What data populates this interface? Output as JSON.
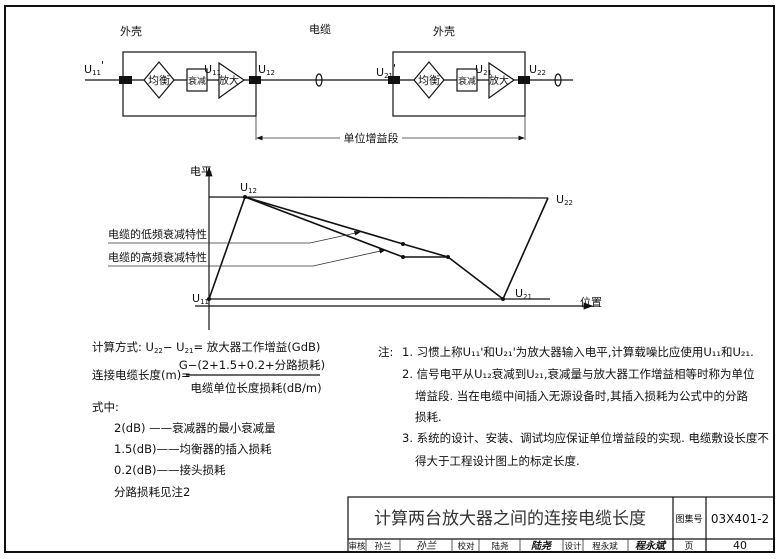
{
  "block_diagram": {
    "housing_label_1": "外壳",
    "housing_label_2": "外壳",
    "cable_label": "电缆",
    "equalizer_label": "均衡",
    "attenuator_label": "衰减",
    "amplifier_label": "放大",
    "unit_gain_segment_label": "单位增益段",
    "points": {
      "u11p": {
        "main": "U",
        "sub": "11",
        "prime": "'"
      },
      "u11": {
        "main": "U",
        "sub": "11"
      },
      "u12": {
        "main": "U",
        "sub": "12"
      },
      "u21p": {
        "main": "U",
        "sub": "21",
        "prime": "'"
      },
      "u21": {
        "main": "U",
        "sub": "21"
      },
      "u22": {
        "main": "U",
        "sub": "22"
      }
    }
  },
  "level_diagram": {
    "y_axis_label": "电平",
    "x_axis_label": "位置",
    "low_freq_label": "电缆的低频衰减特性",
    "high_freq_label": "电缆的高频衰减特性",
    "points": {
      "u11": {
        "main": "U",
        "sub": "11"
      },
      "u12": {
        "main": "U",
        "sub": "12"
      },
      "u21": {
        "main": "U",
        "sub": "21"
      },
      "u22": {
        "main": "U",
        "sub": "22"
      }
    }
  },
  "formula": {
    "method_prefix": "计算方式: U",
    "method_sub1": "22",
    "method_mid": "− U",
    "method_sub2": "21",
    "method_suffix": "= 放大器工作增益(GdB)",
    "length_lhs": "连接电缆长度(m)=",
    "numerator": "G−(2+1.5+0.2+分路损耗)",
    "denominator": "电缆单位长度损耗(dB/m)",
    "where_label": "式中:",
    "terms": [
      "2(dB)  ——衰减器的最小衰减量",
      "1.5(dB)——均衡器的插入损耗",
      "0.2(dB)——接头损耗",
      "分路损耗见注2"
    ]
  },
  "notes": {
    "label": "注:",
    "lines": [
      "1. 习惯上称U₁₁'和U₂₁'为放大器输入电平,计算载噪比应使用U₁₁和U₂₁.",
      "2. 信号电平从U₁₂衰减到U₂₁,衰减量与放大器工作增益相等时称为单位",
      "增益段. 当在电缆中间插入无源设备时,其插入损耗为公式中的分路",
      "损耗.",
      "3. 系统的设计、安装、调试均应保证单位增益段的实现. 电缆敷设长度不",
      "得大于工程设计图上的标定长度."
    ]
  },
  "title_block": {
    "title": "计算两台放大器之间的连接电缆长度",
    "atlas_no_label": "图集号",
    "atlas_no": "03X401-2",
    "review_label": "审核",
    "reviewer": "孙兰",
    "reviewer_signature": "孙兰",
    "check_label": "校对",
    "checker": "陆尧",
    "checker_signature": "陆尧",
    "design_label": "设计",
    "designer": "程永斌",
    "designer_signature": "程永斌",
    "page_label": "页",
    "page": "40"
  }
}
